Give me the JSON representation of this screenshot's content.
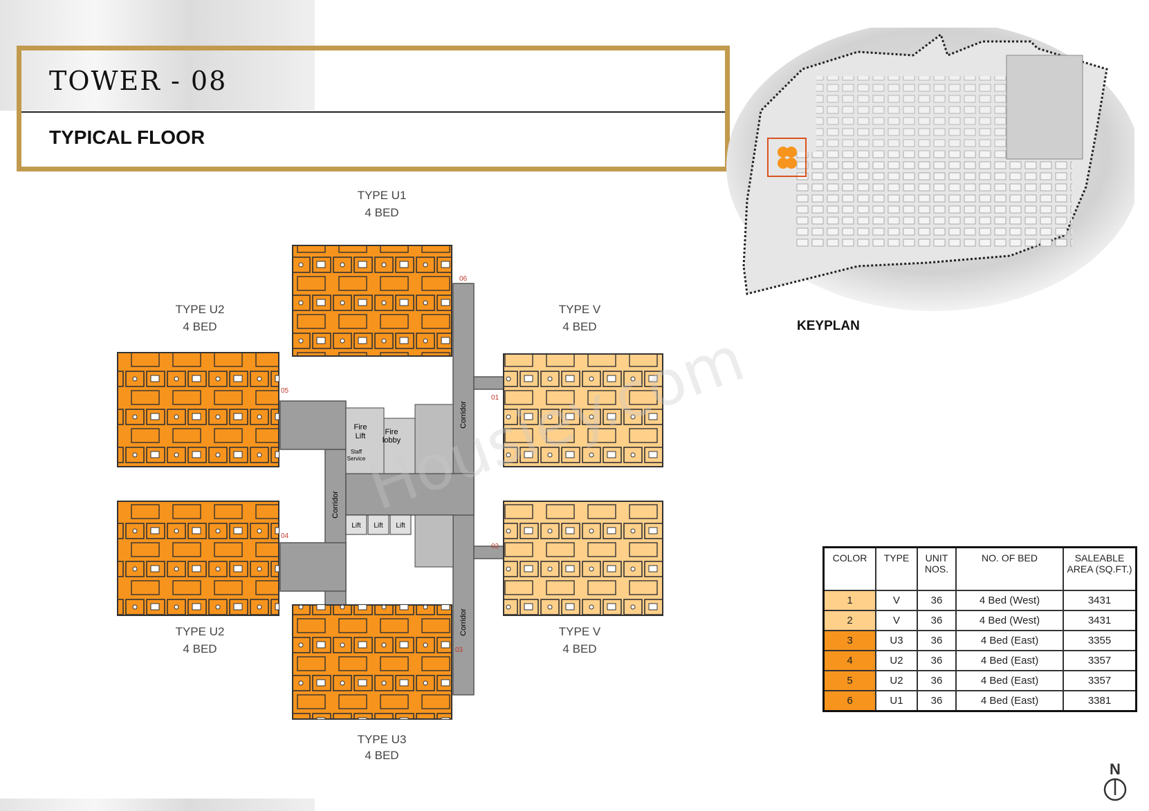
{
  "header": {
    "title": "TOWER - 08",
    "subtitle": "TYPICAL FLOOR"
  },
  "units": [
    {
      "type": "TYPE U1",
      "beds": "4 BED",
      "number": "06"
    },
    {
      "type": "TYPE U2",
      "beds": "4 BED",
      "number": "05"
    },
    {
      "type": "TYPE V",
      "beds": "4 BED",
      "number": "01"
    },
    {
      "type": "TYPE U2",
      "beds": "4 BED",
      "number": "04"
    },
    {
      "type": "TYPE V",
      "beds": "4 BED",
      "number": "02"
    },
    {
      "type": "TYPE U3",
      "beds": "4 BED",
      "number": "03"
    }
  ],
  "core_labels": {
    "corridor": "Corridor",
    "fire_lift": [
      "Fire",
      "Lift"
    ],
    "fire_lobby": [
      "Fire",
      "lobby"
    ],
    "staff_service": [
      "Staff",
      "Service"
    ],
    "lift": "Lift"
  },
  "keyplan": {
    "label": "KEYPLAN"
  },
  "area_table": {
    "headers": [
      "COLOR",
      "TYPE",
      "UNIT NOS.",
      "NO. OF BED",
      "SALEABLE AREA (SQ.FT.)"
    ],
    "rows": [
      {
        "color_no": "1",
        "swatch": "#ffd08a",
        "type": "V",
        "units": "36",
        "beds": "4 Bed (West)",
        "area": "3431"
      },
      {
        "color_no": "2",
        "swatch": "#ffd08a",
        "type": "V",
        "units": "36",
        "beds": "4 Bed (West)",
        "area": "3431"
      },
      {
        "color_no": "3",
        "swatch": "#f7941d",
        "type": "U3",
        "units": "36",
        "beds": "4 Bed (East)",
        "area": "3355"
      },
      {
        "color_no": "4",
        "swatch": "#f7941d",
        "type": "U2",
        "units": "36",
        "beds": "4 Bed (East)",
        "area": "3357"
      },
      {
        "color_no": "5",
        "swatch": "#f7941d",
        "type": "U2",
        "units": "36",
        "beds": "4 Bed (East)",
        "area": "3357"
      },
      {
        "color_no": "6",
        "swatch": "#f7941d",
        "type": "U1",
        "units": "36",
        "beds": "4 Bed (East)",
        "area": "3381"
      }
    ]
  },
  "north_label": "N",
  "colors": {
    "gold": "#c19a4d",
    "orange": "#f7941d",
    "light_orange": "#ffd08a",
    "corridor_gray": "#9e9e9e"
  },
  "watermark": "Housiey.com"
}
